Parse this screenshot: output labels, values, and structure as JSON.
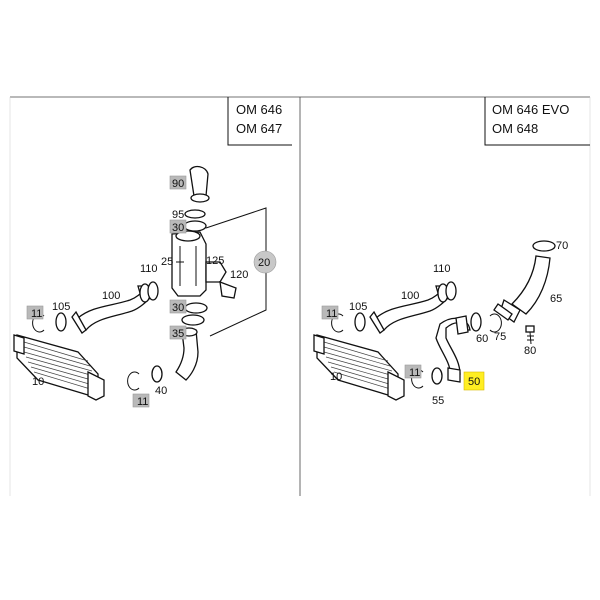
{
  "left_panel": {
    "engines": [
      "OM 646",
      "OM 647"
    ],
    "labels": {
      "p90": "90",
      "p95": "95",
      "p30a": "30",
      "p25": "25",
      "p125": "125",
      "p120": "120",
      "p20": "20",
      "p110": "110",
      "p100": "100",
      "p105": "105",
      "p11a": "11",
      "p30b": "30",
      "p35": "35",
      "p10": "10",
      "p11b": "11",
      "p40": "40"
    }
  },
  "right_panel": {
    "engines": [
      "OM 646 EVO",
      "OM 648"
    ],
    "labels": {
      "p70": "70",
      "p110": "110",
      "p100": "100",
      "p105": "105",
      "p11a": "11",
      "p65": "65",
      "p60": "60",
      "p75": "75",
      "p80": "80",
      "p10": "10",
      "p11b": "11",
      "p50": "50",
      "p55": "55"
    }
  },
  "colors": {
    "highlight": "#ffee22",
    "callout_gray": "#b9b9b9"
  }
}
